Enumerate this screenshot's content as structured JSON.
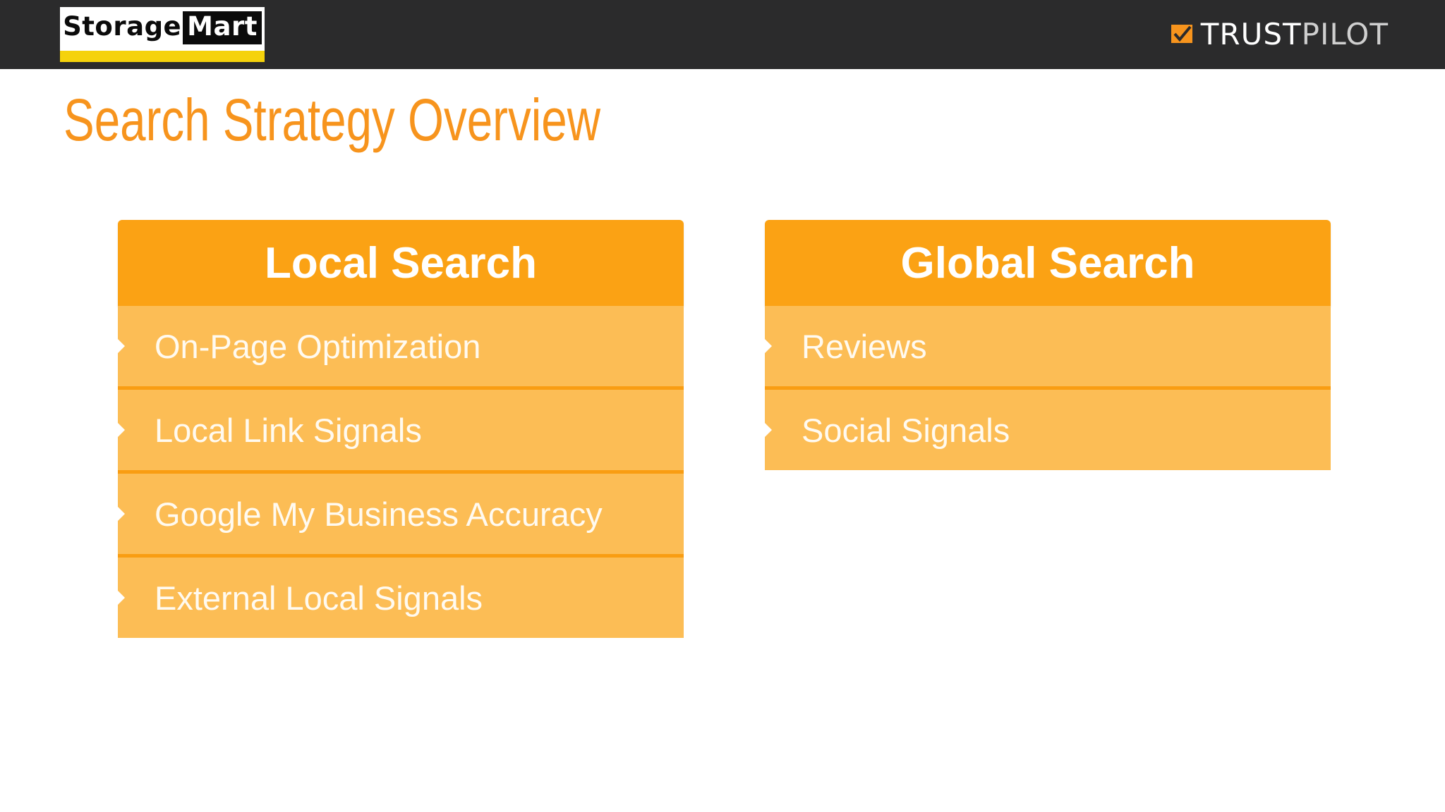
{
  "header": {
    "storagemart_logo": {
      "word1": "Storage",
      "word2": "Mart",
      "stripe_color": "#f5d20b"
    },
    "trustpilot_logo": {
      "word1": "TRUST",
      "word2": "PILOT",
      "icon": "trustpilot-star-icon"
    }
  },
  "slide": {
    "title": "Search Strategy Overview",
    "title_color": "#f7941d"
  },
  "panels": {
    "local": {
      "header": "Local Search",
      "items": [
        "On-Page Optimization",
        "Local Link Signals",
        "Google My Business Accuracy",
        "External Local Signals"
      ]
    },
    "global": {
      "header": "Global Search",
      "items": [
        "Reviews",
        "Social Signals"
      ]
    }
  },
  "colors": {
    "topbar": "#2b2b2c",
    "panel_header": "#fba214",
    "panel_item": "#fcbd55",
    "panel_divider": "#f99d12"
  }
}
